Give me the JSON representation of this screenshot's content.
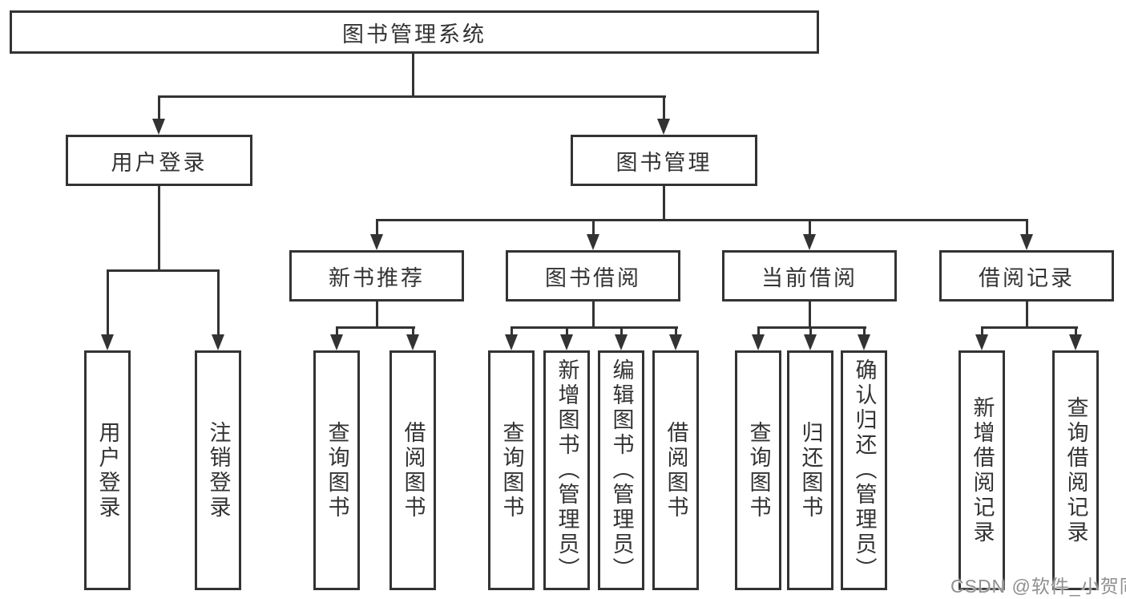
{
  "colors": {
    "line": "#333333",
    "text": "#333333",
    "background": "#ffffff",
    "watermark": "#8f8f8f"
  },
  "watermark": "CSDN @软件_小贺同学",
  "tree": {
    "label": "图书管理系统",
    "children": [
      {
        "label": "用户登录",
        "children": [
          {
            "label": "用户登录"
          },
          {
            "label": "注销登录"
          }
        ]
      },
      {
        "label": "图书管理",
        "children": [
          {
            "label": "新书推荐",
            "children": [
              {
                "label": "查询图书"
              },
              {
                "label": "借阅图书"
              }
            ]
          },
          {
            "label": "图书借阅",
            "children": [
              {
                "label": "查询图书"
              },
              {
                "label": "新增图书（管理员）"
              },
              {
                "label": "编辑图书（管理员）"
              },
              {
                "label": "借阅图书"
              }
            ]
          },
          {
            "label": "当前借阅",
            "children": [
              {
                "label": "查询图书"
              },
              {
                "label": "归还图书"
              },
              {
                "label": "确认归还（管理员）"
              }
            ]
          },
          {
            "label": "借阅记录",
            "children": [
              {
                "label": "新增借阅记录"
              },
              {
                "label": "查询借阅记录"
              }
            ]
          }
        ]
      }
    ]
  }
}
